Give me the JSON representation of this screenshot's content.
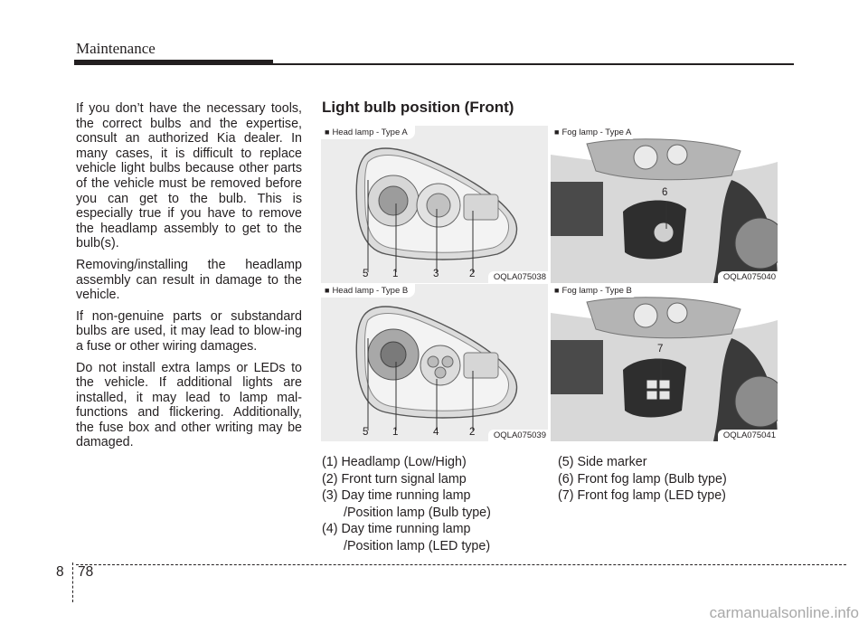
{
  "header": {
    "title": "Maintenance"
  },
  "body_paragraphs": [
    "If you don’t have the necessary tools, the correct bulbs and the expertise, consult an authorized Kia dealer. In many cases, it is difficult to replace vehicle light bulbs because other parts of the vehicle must be removed before you can get to the bulb. This is especially true if you have to remove the headlamp assembly to get to the bulb(s).",
    "Removing/installing the headlamp assembly can result in damage to the vehicle.",
    "If non-genuine parts or substandard bulbs are used, it may lead to blow-ing a fuse or other wiring damages.",
    "Do not install extra lamps or LEDs to the vehicle. If additional lights are installed, it may lead to lamp mal-functions and flickering. Additionally, the fuse box and other writing may be damaged."
  ],
  "section_title": "Light bulb position (Front)",
  "panels": {
    "head_a": {
      "label": "Head lamp - Type A",
      "code": "OQLA075038",
      "callouts": [
        "5",
        "1",
        "3",
        "2"
      ]
    },
    "fog_a": {
      "label": "Fog lamp - Type A",
      "code": "OQLA075040",
      "callouts": [
        "6"
      ]
    },
    "head_b": {
      "label": "Head lamp - Type B",
      "code": "OQLA075039",
      "callouts": [
        "5",
        "1",
        "4",
        "2"
      ]
    },
    "fog_b": {
      "label": "Fog lamp - Type B",
      "code": "OQLA075041",
      "callouts": [
        "7"
      ]
    }
  },
  "legend_left": [
    "(1) Headlamp (Low/High)",
    "(2) Front turn signal lamp",
    "(3) Day time running lamp",
    "/Position lamp (Bulb type)",
    "(4) Day time running lamp",
    "/Position lamp (LED type)"
  ],
  "legend_right": [
    "(5) Side marker",
    "(6) Front fog lamp (Bulb type)",
    "(7) Front fog lamp (LED type)"
  ],
  "footer": {
    "section": "8",
    "page": "78"
  },
  "watermark": "carmanualsonline.info"
}
